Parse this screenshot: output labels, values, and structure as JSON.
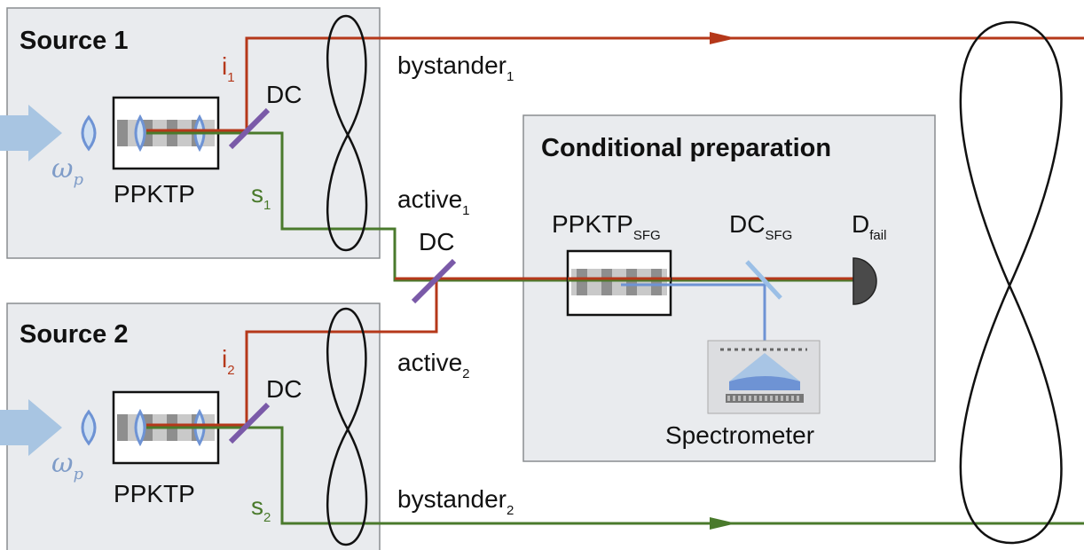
{
  "source1": {
    "title": "Source 1",
    "crystal": "PPKTP",
    "dc": "DC",
    "idler": "i",
    "idler_sub": "1",
    "signal": "s",
    "signal_sub": "1",
    "pump": "ω",
    "pump_sub": "p"
  },
  "source2": {
    "title": "Source 2",
    "crystal": "PPKTP",
    "dc": "DC",
    "idler": "i",
    "idler_sub": "2",
    "signal": "s",
    "signal_sub": "2",
    "pump": "ω",
    "pump_sub": "p"
  },
  "modes": {
    "bystander1": "bystander",
    "bystander1_sub": "1",
    "active1": "active",
    "active1_sub": "1",
    "active2": "active",
    "active2_sub": "2",
    "bystander2": "bystander",
    "bystander2_sub": "2"
  },
  "central_dc": "DC",
  "prep": {
    "title": "Conditional preparation",
    "crystal": "PPKTP",
    "crystal_sub": "SFG",
    "dc": "DC",
    "dc_sub": "SFG",
    "detector": "D",
    "detector_sub": "fail",
    "spectrometer": "Spectrometer"
  },
  "colors": {
    "idler": "#b5381a",
    "signal": "#4a7a2c",
    "pump": "#8fb2d6",
    "sfg": "#6e93d4",
    "dc": "#7a5aa8",
    "box": "#e9ebee"
  }
}
